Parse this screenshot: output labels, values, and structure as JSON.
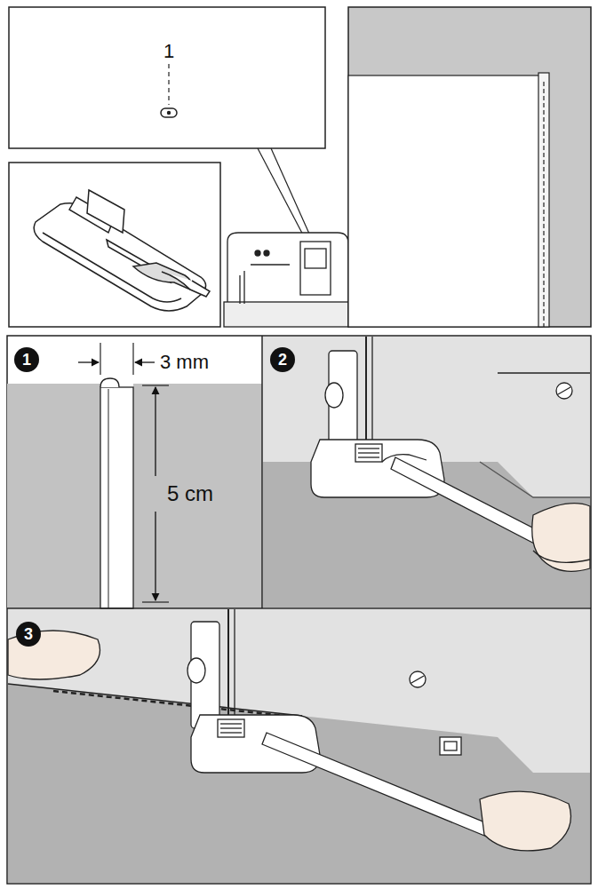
{
  "diagram": {
    "nodes": [
      {
        "text": [
          "1"
        ]
      },
      {
        "text": [
          "2"
        ]
      },
      {
        "text": [
          "3"
        ]
      }
    ],
    "labels": [
      "1",
      "3 mm",
      "5 cm"
    ]
  }
}
